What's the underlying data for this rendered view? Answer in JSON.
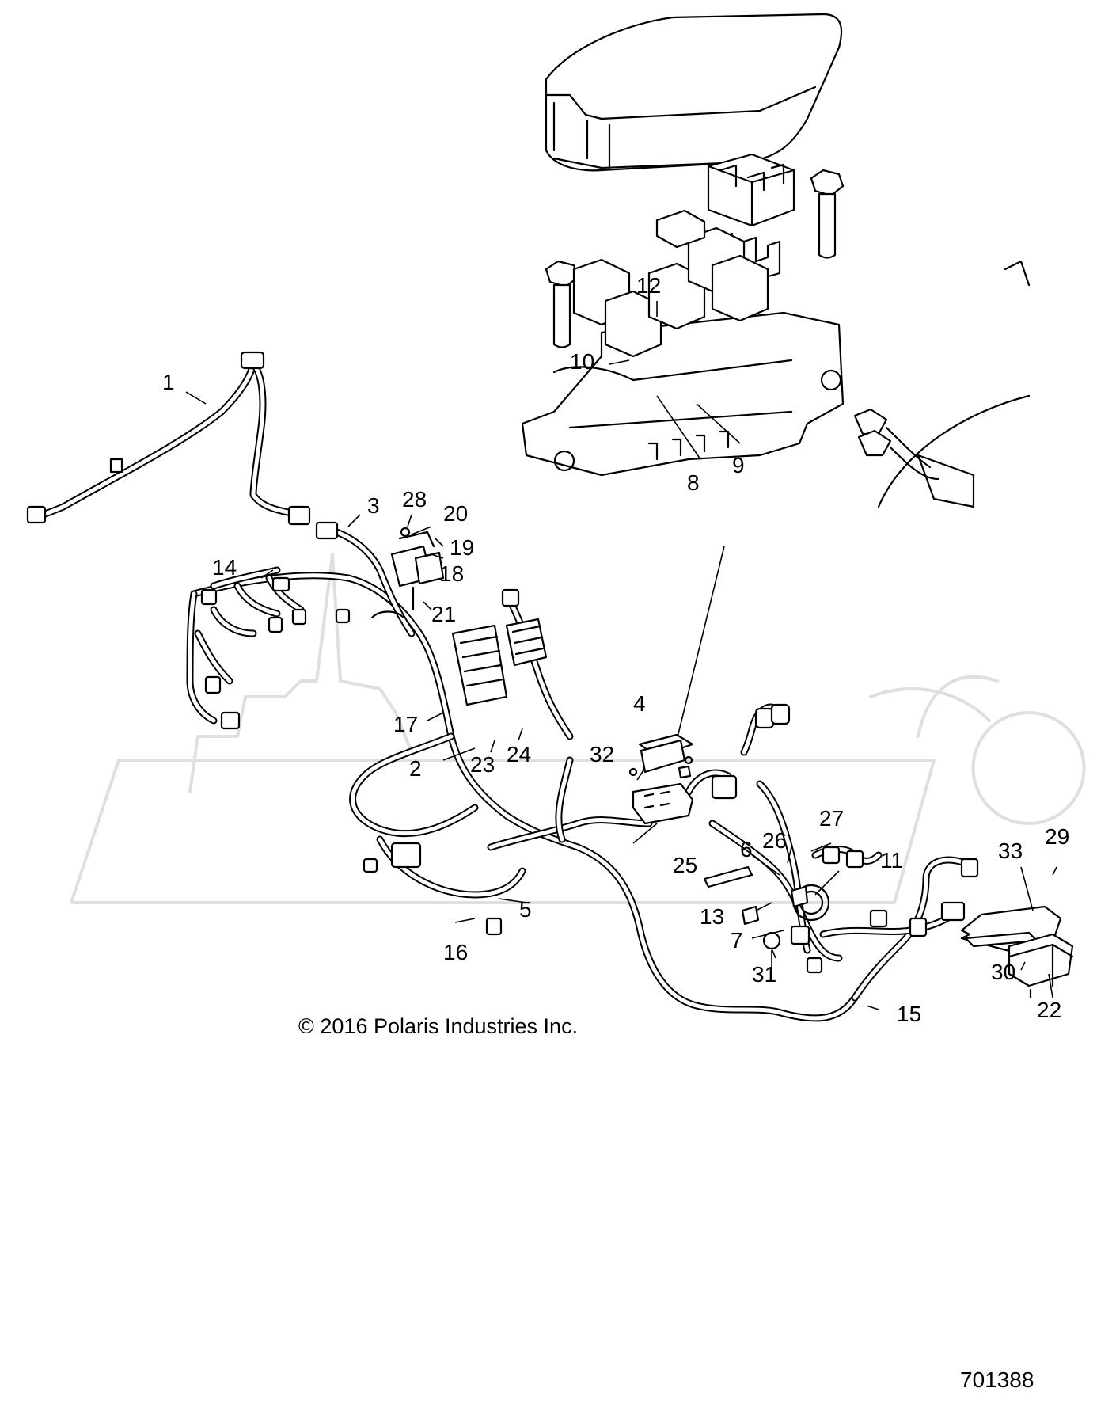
{
  "callouts": [
    "1",
    "2",
    "3",
    "4",
    "5",
    "6",
    "7",
    "8",
    "9",
    "10",
    "11",
    "12",
    "13",
    "14",
    "15",
    "16",
    "17",
    "18",
    "19",
    "20",
    "21",
    "22",
    "23",
    "24",
    "25",
    "26",
    "27",
    "28",
    "29",
    "30",
    "31",
    "32",
    "33"
  ],
  "copyright": "© 2016 Polaris Industries Inc.",
  "drawing_number": "701388"
}
